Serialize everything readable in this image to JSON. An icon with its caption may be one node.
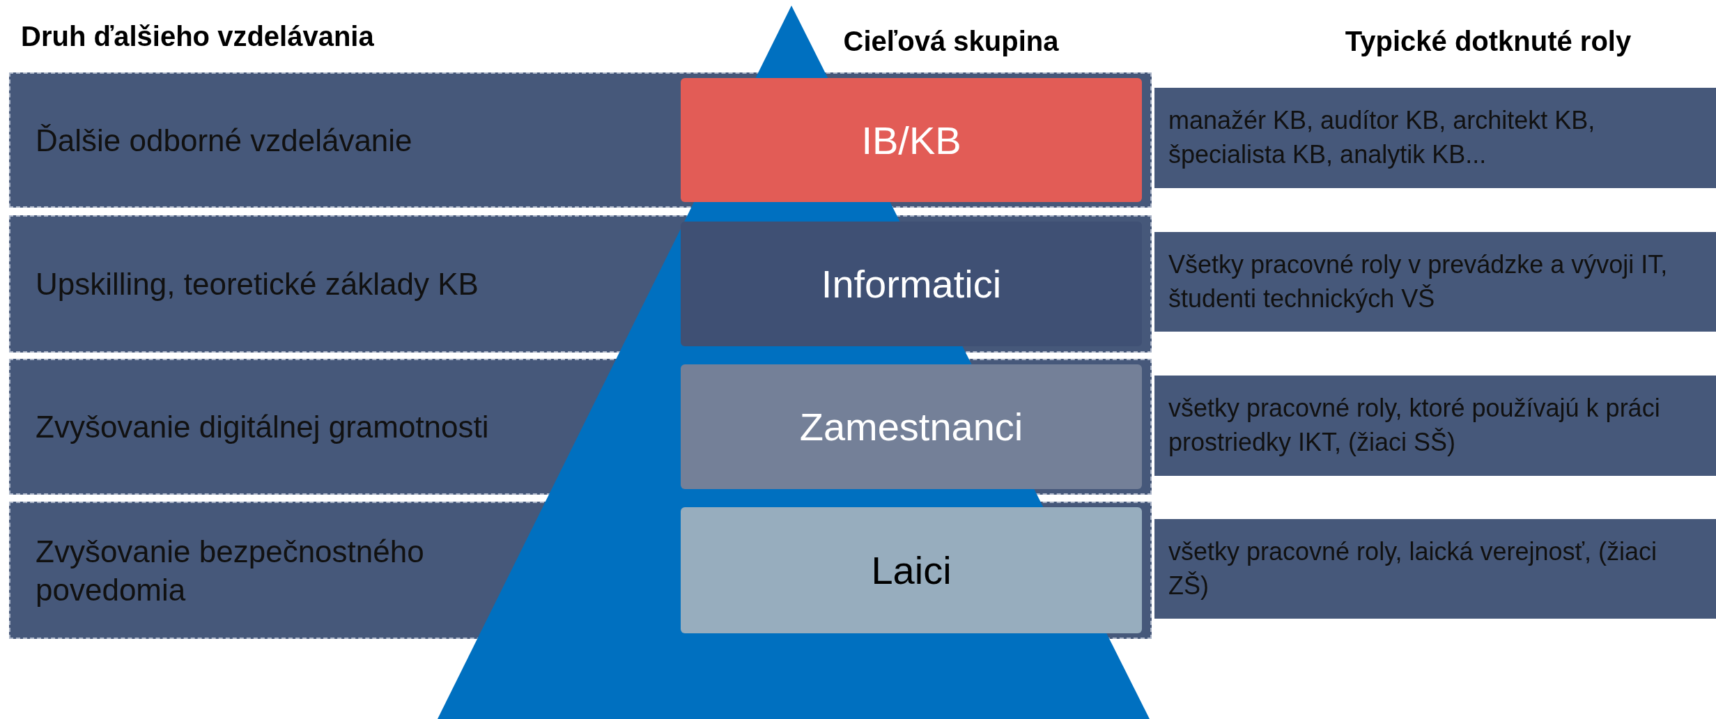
{
  "diagram": {
    "nodes": [
      {
        "text": [
          "Ďalšie odborné vzdelávanie"
        ]
      },
      {
        "text": [
          "IB/KB"
        ],
        "in": 0
      },
      {
        "text": [
          "manažér KB, audítor KB, architekt KB, špecialista KB, analytik KB..."
        ]
      },
      {
        "text": [
          "Upskilling, teoretické základy KB"
        ]
      },
      {
        "text": [
          "Informatici"
        ],
        "in": 3
      },
      {
        "text": [
          "Všetky pracovné roly v prevádzke a vývoji IT, študenti technických VŠ"
        ]
      },
      {
        "text": [
          "Zvyšovanie digitálnej gramotnosti"
        ]
      },
      {
        "text": [
          "Zamestnanci"
        ],
        "in": 6
      },
      {
        "text": [
          "všetky pracovné roly, ktoré používajú k práci prostriedky IKT, (žiaci SŠ)"
        ]
      },
      {
        "text": [
          "Zvyšovanie bezpečnostného povedomia"
        ]
      },
      {
        "text": [
          "Laici"
        ],
        "in": 9
      },
      {
        "text": [
          "všetky pracovné roly, laická verejnosť, (žiaci ZŠ)"
        ]
      }
    ],
    "edges": [],
    "labels": [
      "Druh ďalšieho vzdelávania",
      "Cieľová skupina",
      "Typické dotknuté roly"
    ]
  }
}
